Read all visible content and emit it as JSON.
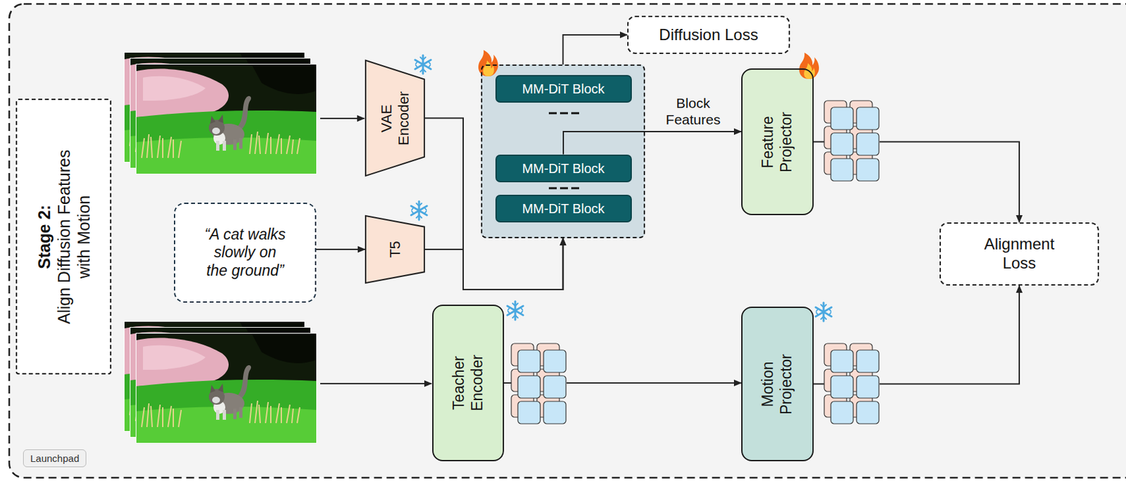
{
  "diagram": {
    "nodes": [
      {
        "text": [
          "Stage 2:",
          "Align Diffusion Features with Motion"
        ]
      },
      {
        "text": [
          "VAE Encoder"
        ]
      },
      {
        "text": [
          "“A cat walks slowly on the ground”"
        ]
      },
      {
        "text": [
          "T5"
        ]
      },
      {
        "text": [
          "Diffusion Loss"
        ]
      },
      {
        "text": []
      },
      {
        "text": [
          "MM-DiT Block"
        ],
        "in": 5
      },
      {
        "text": [
          "MM-DiT Block"
        ],
        "in": 5
      },
      {
        "text": [
          "MM-DiT Block"
        ],
        "in": 5
      },
      {
        "text": [
          "Feature Projector"
        ]
      },
      {
        "text": [
          "Alignment Loss"
        ]
      },
      {
        "text": [
          "Teacher Encoder"
        ]
      },
      {
        "text": [
          "Motion Projector"
        ]
      }
    ],
    "edges": [
      {
        "from": 2,
        "to": 3,
        "arrow": "to"
      },
      {
        "from": 1,
        "to": 5,
        "arrow": "to"
      },
      {
        "from": 3,
        "to": 5,
        "arrow": "to"
      },
      {
        "from": 5,
        "to": 4,
        "arrow": "to"
      },
      {
        "from": 7,
        "to": 9,
        "label": "Block Features",
        "arrow": "to"
      },
      {
        "from": 9,
        "to": 10,
        "arrow": "to"
      },
      {
        "from": 11,
        "to": 12,
        "arrow": "to"
      },
      {
        "from": 12,
        "to": 10,
        "arrow": "to"
      }
    ],
    "labels": [
      "Launchpad"
    ]
  }
}
